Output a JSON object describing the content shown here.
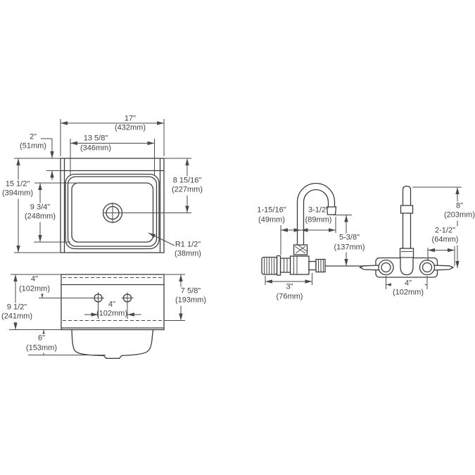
{
  "drawing": {
    "type": "sink-and-faucet-dimension-drawing",
    "colors": {
      "line": "#3c3c3c",
      "dim_line": "#4a4a4a",
      "text": "#3f3f3f",
      "background": "#ffffff"
    },
    "views": {
      "sink_top_view": {
        "overall_width": {
          "in": "17\"",
          "mm": "(432mm)"
        },
        "bowl_width": {
          "in": "13 5/8\"",
          "mm": "(346mm)"
        },
        "backsplash_depth": {
          "in": "2\"",
          "mm": "(51mm)"
        },
        "front_to_back": {
          "in": "15 1/2\"",
          "mm": "(394mm)"
        },
        "bowl_front_to_back": {
          "in": "9 3/4\"",
          "mm": "(248mm)"
        },
        "drain_center": {
          "in": "8 15/16\"",
          "mm": "(227mm)"
        },
        "corner_radius": {
          "in": "R1 1/2\"",
          "mm": "(38mm)"
        }
      },
      "sink_front_view": {
        "deck_to_holes": {
          "in": "4\"",
          "mm": "(102mm)"
        },
        "overall_height": {
          "in": "9 1/2\"",
          "mm": "(241mm)"
        },
        "bowl_depth": {
          "in": "6\"",
          "mm": "(153mm)"
        },
        "back_height": {
          "in": "7 5/8\"",
          "mm": "(193mm)"
        },
        "hole_spacing": {
          "in": "4\"",
          "mm": "(102mm)"
        }
      },
      "faucet_side_view": {
        "wall_to_spout_center": {
          "in": "1-15/16\"",
          "mm": "(49mm)"
        },
        "spout_reach": {
          "in": "3-1/2\"",
          "mm": "(89mm)"
        },
        "spout_clearance": {
          "in": "5-3/8\"",
          "mm": "(137mm)"
        },
        "body_depth": {
          "in": "3\"",
          "mm": "(76mm)"
        }
      },
      "faucet_front_view": {
        "spout_height": {
          "in": "8\"",
          "mm": "(203mm)"
        },
        "handle_clearance": {
          "in": "2-1/2\"",
          "mm": "(64mm)"
        },
        "handle_spacing": {
          "in": "4\"",
          "mm": "(102mm)"
        }
      }
    }
  }
}
